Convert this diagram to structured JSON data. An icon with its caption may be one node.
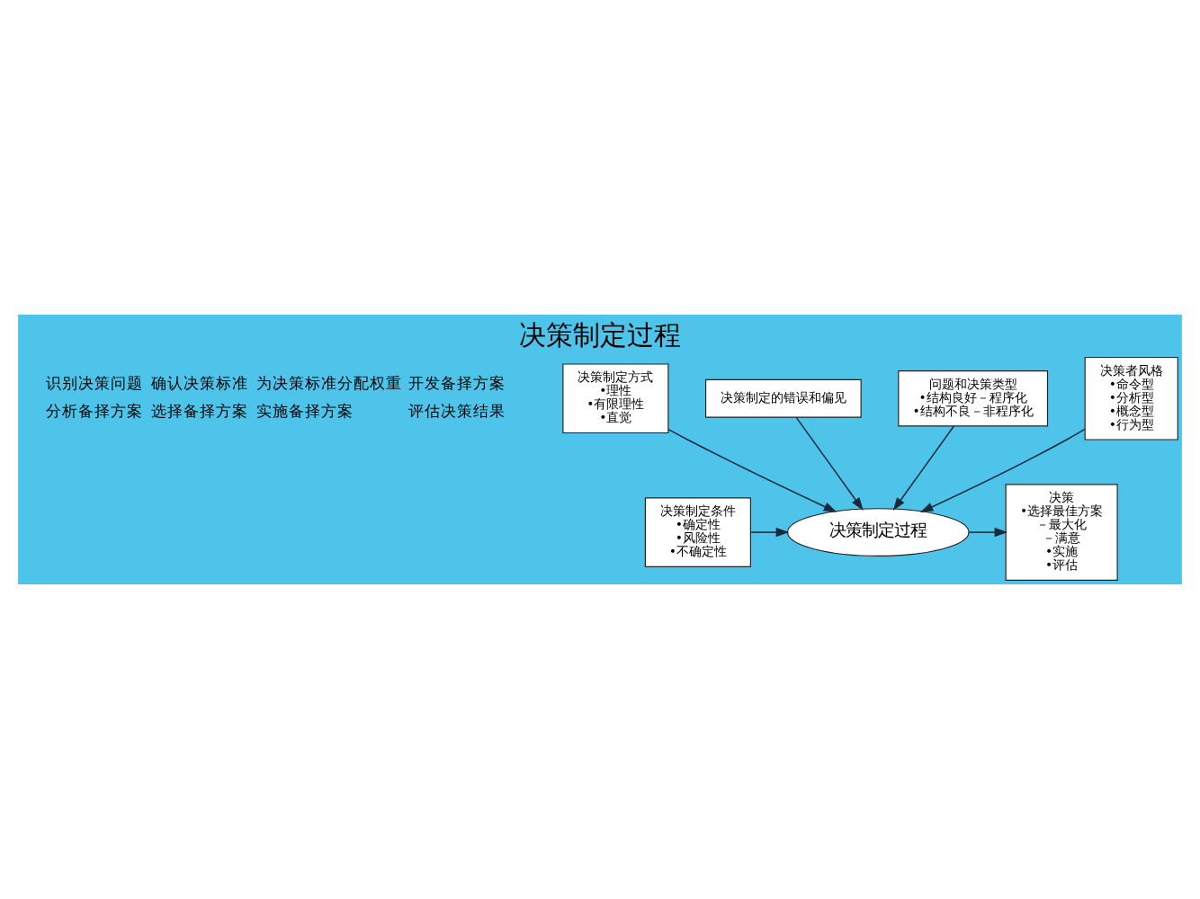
{
  "diagram": {
    "title": "决策制定过程",
    "nodes": [
      {
        "text": [
          "决策制定方式",
          "•理性",
          "•有限理性",
          "•直觉"
        ]
      },
      {
        "text": [
          "决策制定的错误和偏见"
        ]
      },
      {
        "text": [
          "问题和决策类型",
          "•结构良好－程序化",
          "•结构不良－非程序化"
        ]
      },
      {
        "text": [
          "决策制定过程"
        ]
      },
      {
        "text": [
          "决策制定条件",
          "•确定性",
          "•风险性",
          "•不确定性"
        ]
      },
      {
        "text": [
          "决策",
          "•选择最佳方案",
          "－最大化",
          "－满意",
          "•实施",
          "•评估"
        ]
      },
      {
        "text": [
          "决策者风格",
          "•命令型",
          "•分析型",
          "•概念型",
          "•行为型"
        ]
      }
    ],
    "edges": [
      {
        "from": 0,
        "to": 3,
        "arrow": "to"
      },
      {
        "from": 1,
        "to": 3,
        "arrow": "to"
      },
      {
        "from": 2,
        "to": 3,
        "arrow": "to"
      },
      {
        "from": 4,
        "to": 3,
        "arrow": "to"
      },
      {
        "from": 3,
        "to": 5,
        "arrow": "to"
      },
      {
        "from": 6,
        "to": 3,
        "arrow": "to"
      }
    ],
    "labels": [
      "识别决策问题",
      "确认决策标准",
      "为决策标准分配权重",
      "开发备择方案",
      "分析备择方案",
      "选择备择方案",
      "实施备择方案",
      "评估决策结果"
    ]
  }
}
